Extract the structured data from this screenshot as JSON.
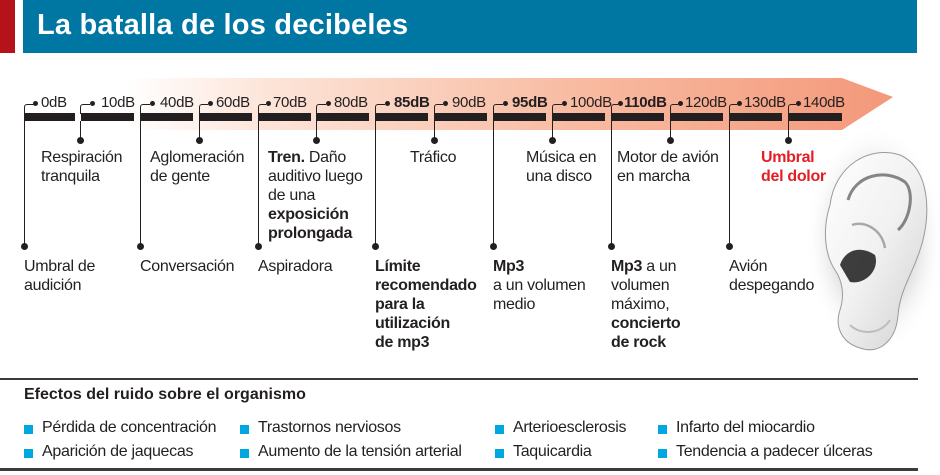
{
  "header": {
    "title": "La batalla de los decibeles",
    "colors": {
      "accent_red": "#b5121b",
      "title_bar_blue": "#0076a3",
      "title_text": "#ffffff"
    }
  },
  "timeline": {
    "arrow_color_start": "#ffffff",
    "arrow_color_end": "#f4987a",
    "ticks": [
      {
        "label": "0dB",
        "bold": false
      },
      {
        "label": "10dB",
        "bold": false
      },
      {
        "label": "40dB",
        "bold": false
      },
      {
        "label": "60dB",
        "bold": false
      },
      {
        "label": "70dB",
        "bold": false
      },
      {
        "label": "80dB",
        "bold": false
      },
      {
        "label": "85dB",
        "bold": true
      },
      {
        "label": "90dB",
        "bold": false
      },
      {
        "label": "95dB",
        "bold": true
      },
      {
        "label": "100dB",
        "bold": false
      },
      {
        "label": "110dB",
        "bold": true
      },
      {
        "label": "120dB",
        "bold": false
      },
      {
        "label": "130dB",
        "bold": false
      },
      {
        "label": "140dB",
        "bold": false
      }
    ]
  },
  "annotations": {
    "upper": {
      "db10": {
        "line1": "Respiración",
        "line2": "tranquila"
      },
      "db60": {
        "line1": "Aglomeración",
        "line2": "de gente"
      },
      "db80": {
        "bold1": "Tren.",
        "rest1": " Daño",
        "line2": "auditivo luego",
        "line3": "de una",
        "bold4": "exposición",
        "bold5": "prolongada"
      },
      "db90": {
        "line1": "Tráfico"
      },
      "db100": {
        "line1": "Música en",
        "line2": "una disco"
      },
      "db120": {
        "line1": "Motor de avión",
        "line2": "en marcha"
      },
      "db140": {
        "line1": "Umbral",
        "line2": "del dolor",
        "color": "#e31e24"
      }
    },
    "lower": {
      "db0": {
        "line1": "Umbral de",
        "line2": "audición"
      },
      "db40": {
        "line1": "Conversación"
      },
      "db70": {
        "line1": "Aspiradora"
      },
      "db85": {
        "line1": "Límite",
        "line2": "recomendado",
        "line3": "para la",
        "line4": "utilización",
        "line5": "de mp3"
      },
      "db95": {
        "bold1": "Mp3",
        "line2": "a un volumen",
        "line3": "medio"
      },
      "db110": {
        "bold1": "Mp3",
        "rest1": " a un",
        "line2": "volumen",
        "line3": "máximo,",
        "bold4": "concierto",
        "bold5": "de rock"
      },
      "db130": {
        "line1": "Avión",
        "line2": "despegando"
      }
    }
  },
  "image": {
    "icon": "ear-illustration"
  },
  "effects": {
    "title": "Efectos del ruido sobre el organismo",
    "bullet_color": "#00a7e1",
    "items": [
      "Pérdida de concentración",
      "Aparición de jaquecas",
      "Trastornos nerviosos",
      "Aumento de la tensión arterial",
      "Arterioesclerosis",
      "Taquicardia",
      "Infarto del miocardio",
      "Tendencia a padecer úlceras"
    ]
  }
}
